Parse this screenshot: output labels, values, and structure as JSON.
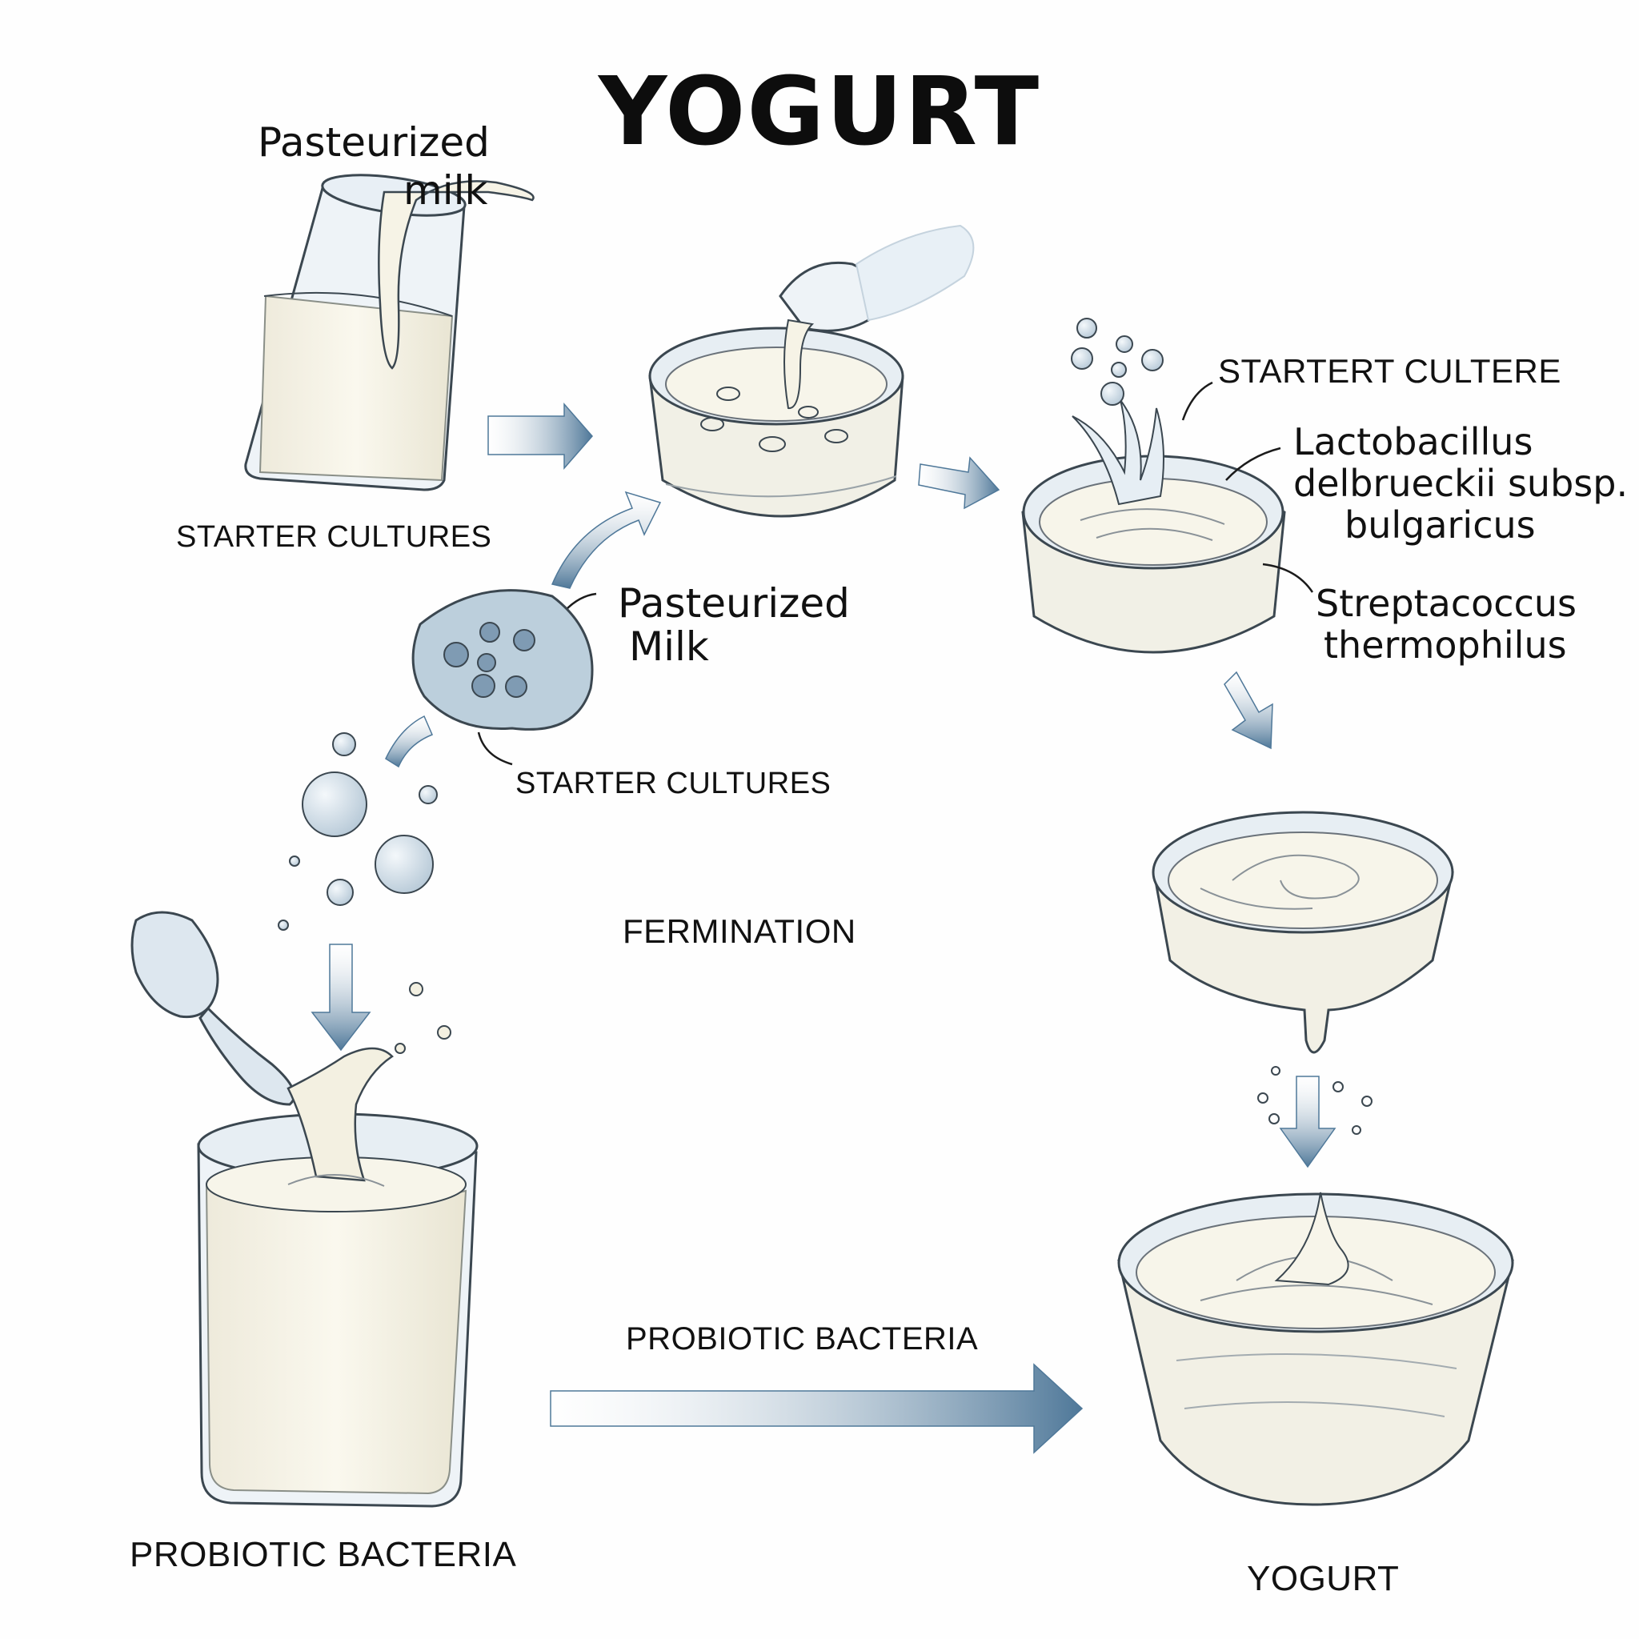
{
  "title": "YOGURT",
  "labels": {
    "pasteurized_milk_top": "Pasteurized",
    "pasteurized_milk_top_2": "milk",
    "starter_cultures_left": "STARTER CULTURES",
    "pasteurized_milk_mid": "Pasteurized",
    "pasteurized_milk_mid_2": "Milk",
    "starter_cultures_mid": "STARTER CULTURES",
    "startert_cultere": "STARTERT CULTERE",
    "lactobacillus_1": "Lactobacillus",
    "lactobacillus_2": "delbrueckii subsp.",
    "lactobacillus_3": "bulgaricus",
    "streptococcus_1": "Streptacoccus",
    "streptococcus_2": "thermophilus",
    "fermination": "FERMINATION",
    "probiotic_arrow": "PROBIOTIC BACTERIA",
    "probiotic_bottom": "PROBIOTIC BACTERIA",
    "yogurt_bottom": "YOGURT"
  },
  "colors": {
    "milk": "#f4f1e4",
    "glass": "#e3ecf3",
    "outline": "#3b4750",
    "bacteria": "#b9cbd9",
    "bacteria_dark": "#7f9bb3",
    "arrow": "#5f84a3"
  }
}
